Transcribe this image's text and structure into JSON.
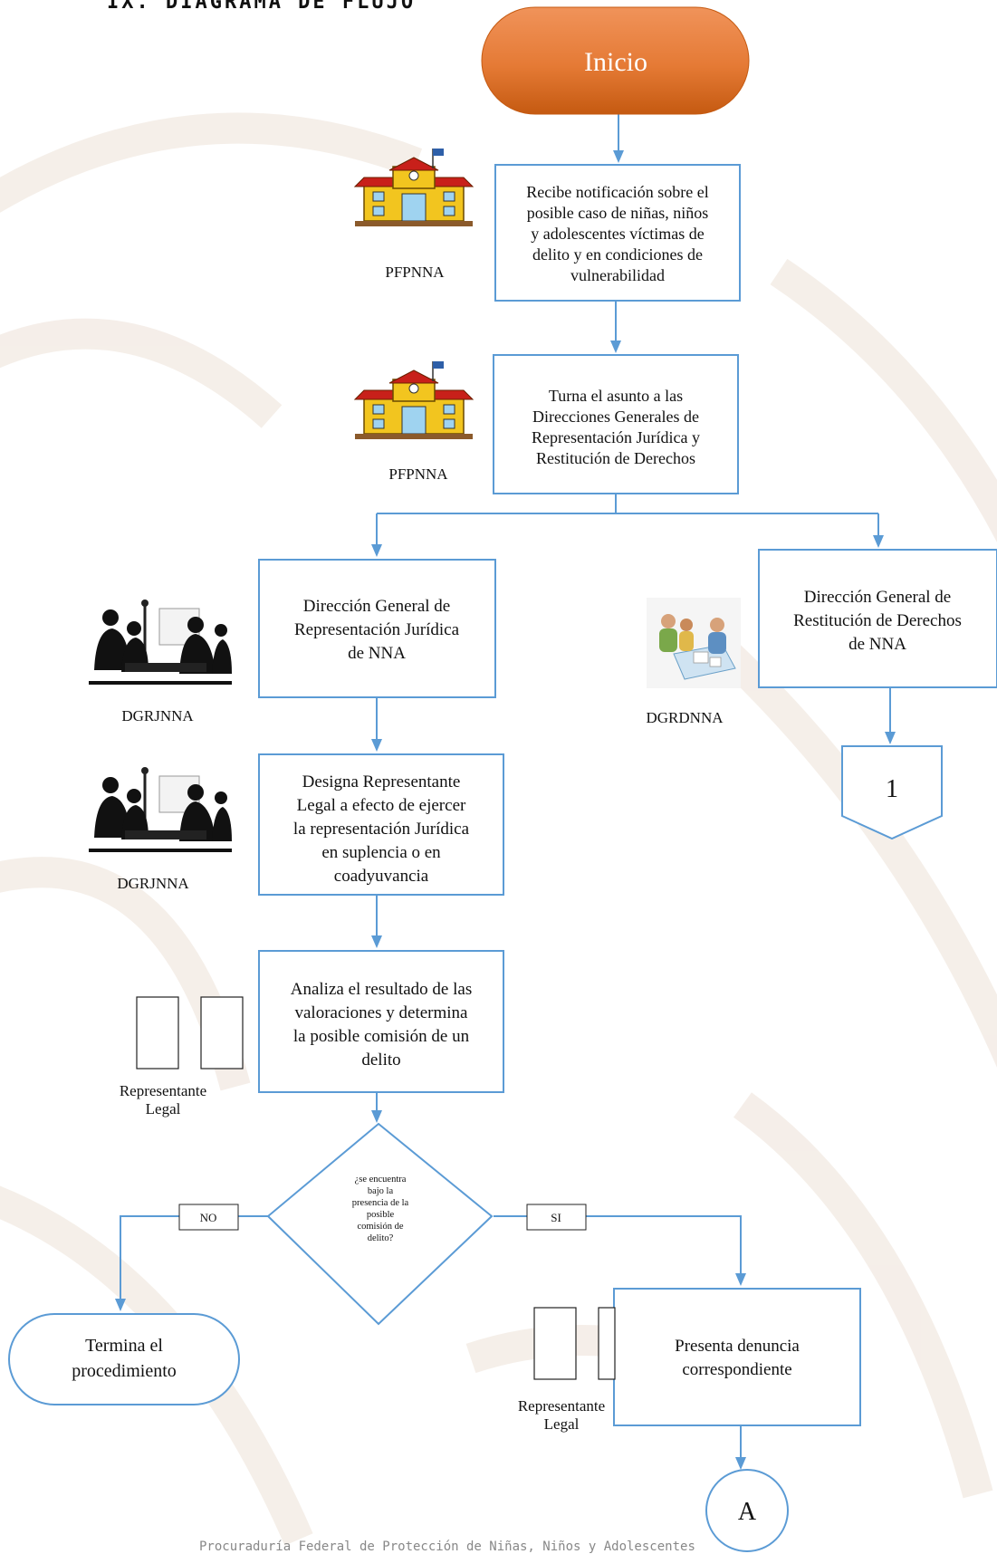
{
  "page_title": "IX.   DIAGRAMA DE FLUJO",
  "nodes": {
    "start": "Inicio",
    "step1": [
      "Recibe notificación sobre el",
      "posible caso de niñas, niños",
      "y adolescentes víctimas de",
      "delito y en condiciones de",
      "vulnerabilidad"
    ],
    "step2": [
      "Turna el asunto a las",
      "Direcciones Generales de",
      "Representación Jurídica y",
      "Restitución de Derechos"
    ],
    "dgrj": [
      "Dirección General de",
      "Representación Jurídica",
      "de NNA"
    ],
    "dgrd": [
      "Dirección General de",
      "Restitución de Derechos",
      "de NNA"
    ],
    "connector_1": "1",
    "designa": [
      "Designa Representante",
      "Legal a efecto de ejercer",
      "la representación Jurídica",
      "en suplencia o en",
      "coadyuvancia"
    ],
    "analiza": [
      "Analiza el resultado de las",
      "valoraciones y determina",
      "la posible comisión de un",
      "delito"
    ],
    "decision": [
      "¿se encuentra",
      "bajo la",
      "presencia de la",
      "posible",
      "comisión de",
      "delito?"
    ],
    "label_no": "NO",
    "label_si": "SI",
    "termina": [
      "Termina el",
      "procedimiento"
    ],
    "presenta": [
      "Presenta denuncia",
      "correspondiente"
    ],
    "connector_a": "A"
  },
  "actors": {
    "pfpnna_1": "PFPNNA",
    "pfpnna_2": "PFPNNA",
    "dgrjnna_1": "DGRJNNA",
    "dgrjnna_2": "DGRJNNA",
    "dgrdnna": "DGRDNNA",
    "rep_legal_1": [
      "Representante",
      "Legal"
    ],
    "rep_legal_2": [
      "Representante",
      "Legal"
    ]
  },
  "footer": "Procuraduría Federal de Protección de Niñas, Niños y Adolescentes",
  "colors": {
    "box_stroke": "#5b9bd5",
    "arrow": "#5b9bd5",
    "start_fill": "#e57a35",
    "start_fill_dark": "#c55a11",
    "watermark": "#f3ece6"
  }
}
